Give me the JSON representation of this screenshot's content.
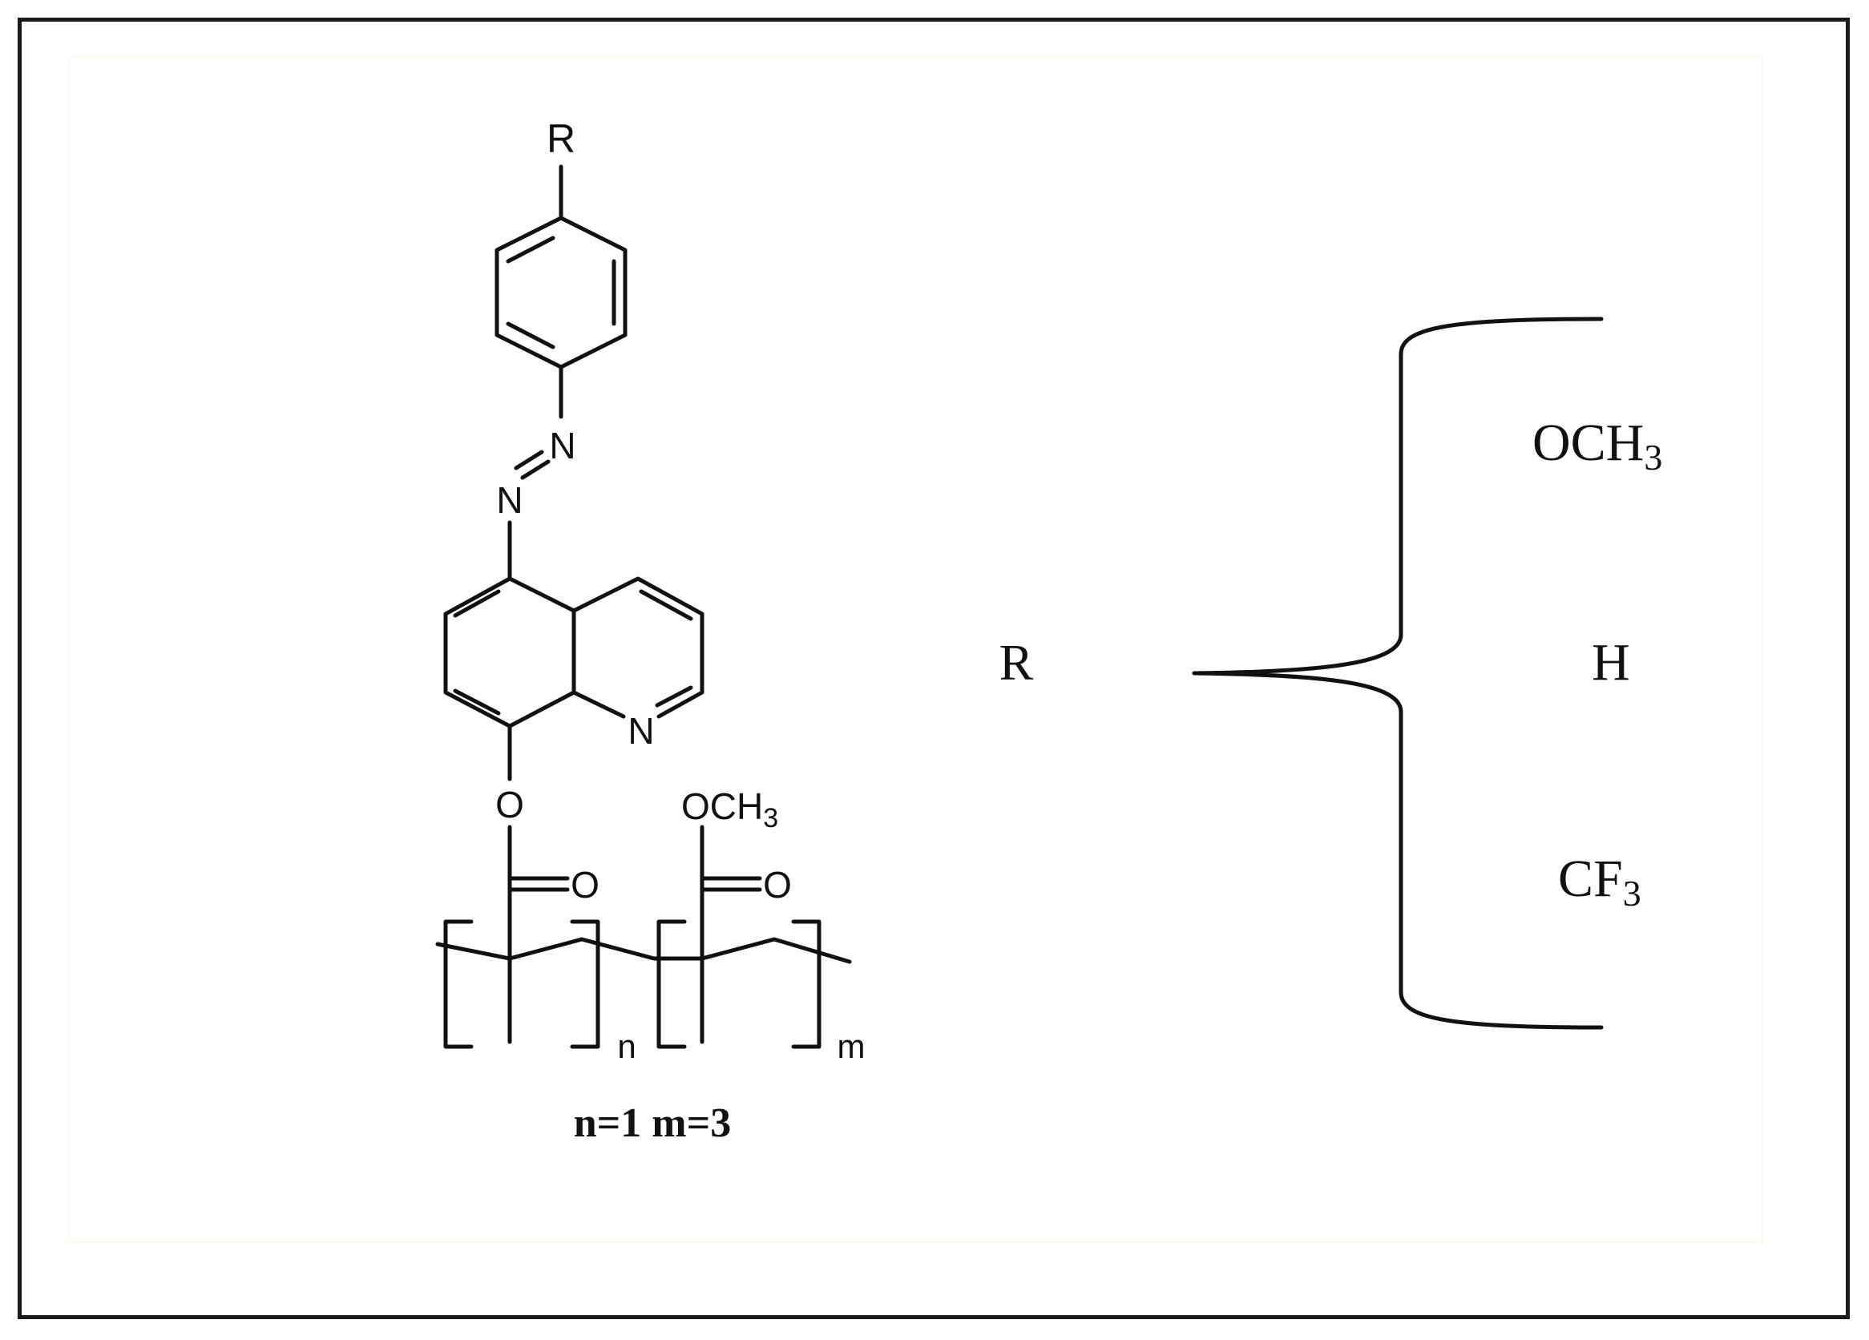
{
  "structure": {
    "substituent_top": "R",
    "azo_n1": "N",
    "azo_n2": "N",
    "ring_n": "N",
    "ester_o": "O",
    "carbonyl_o1": "O",
    "carbonyl_o2": "O",
    "methoxy_o": "O",
    "methoxy_c": "C",
    "methoxy_h": "H",
    "methoxy_sub": "3",
    "sub_n": "n",
    "sub_m": "m",
    "ratio_label": "n=1  m=3"
  },
  "r_group": {
    "label": "R",
    "options": [
      {
        "base": "OCH",
        "sub": "3"
      },
      {
        "base": "H",
        "sub": ""
      },
      {
        "base": "CF",
        "sub": "3"
      }
    ]
  },
  "colors": {
    "ink": "#111111",
    "frame": "#1a1a1a",
    "inner_border": "#fbf7d9"
  }
}
